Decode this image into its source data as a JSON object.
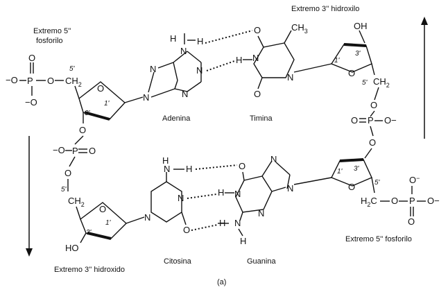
{
  "labels": {
    "end5_top_left_line1": "Extremo 5''",
    "end5_top_left_line2": "fosforilo",
    "end3_top_right": "Extremo 3'' hidroxilo",
    "end3_bottom_left": "Extremo 3'' hidroxido",
    "end5_bottom_right": "Extremo 5'' fosforilo",
    "caption": "(a)"
  },
  "bases": {
    "adenine": "Adenina",
    "thymine": "Timina",
    "cytosine": "Citosina",
    "guanine": "Guanina"
  },
  "atoms": {
    "O": "O",
    "P": "P",
    "N": "N",
    "H": "H",
    "CH3": "CH",
    "CH3_sub": "3",
    "CH2": "CH",
    "CH2_sub": "2",
    "OH": "OH",
    "HO": "HO",
    "Ominus": "O",
    "minus": "−",
    "Ndot": "N"
  },
  "primes": {
    "p1": "1'",
    "p3": "3'",
    "p5": "5'"
  },
  "icons": {
    "up_arrow": "up-arrow-icon",
    "down_arrow": "down-arrow-icon"
  }
}
